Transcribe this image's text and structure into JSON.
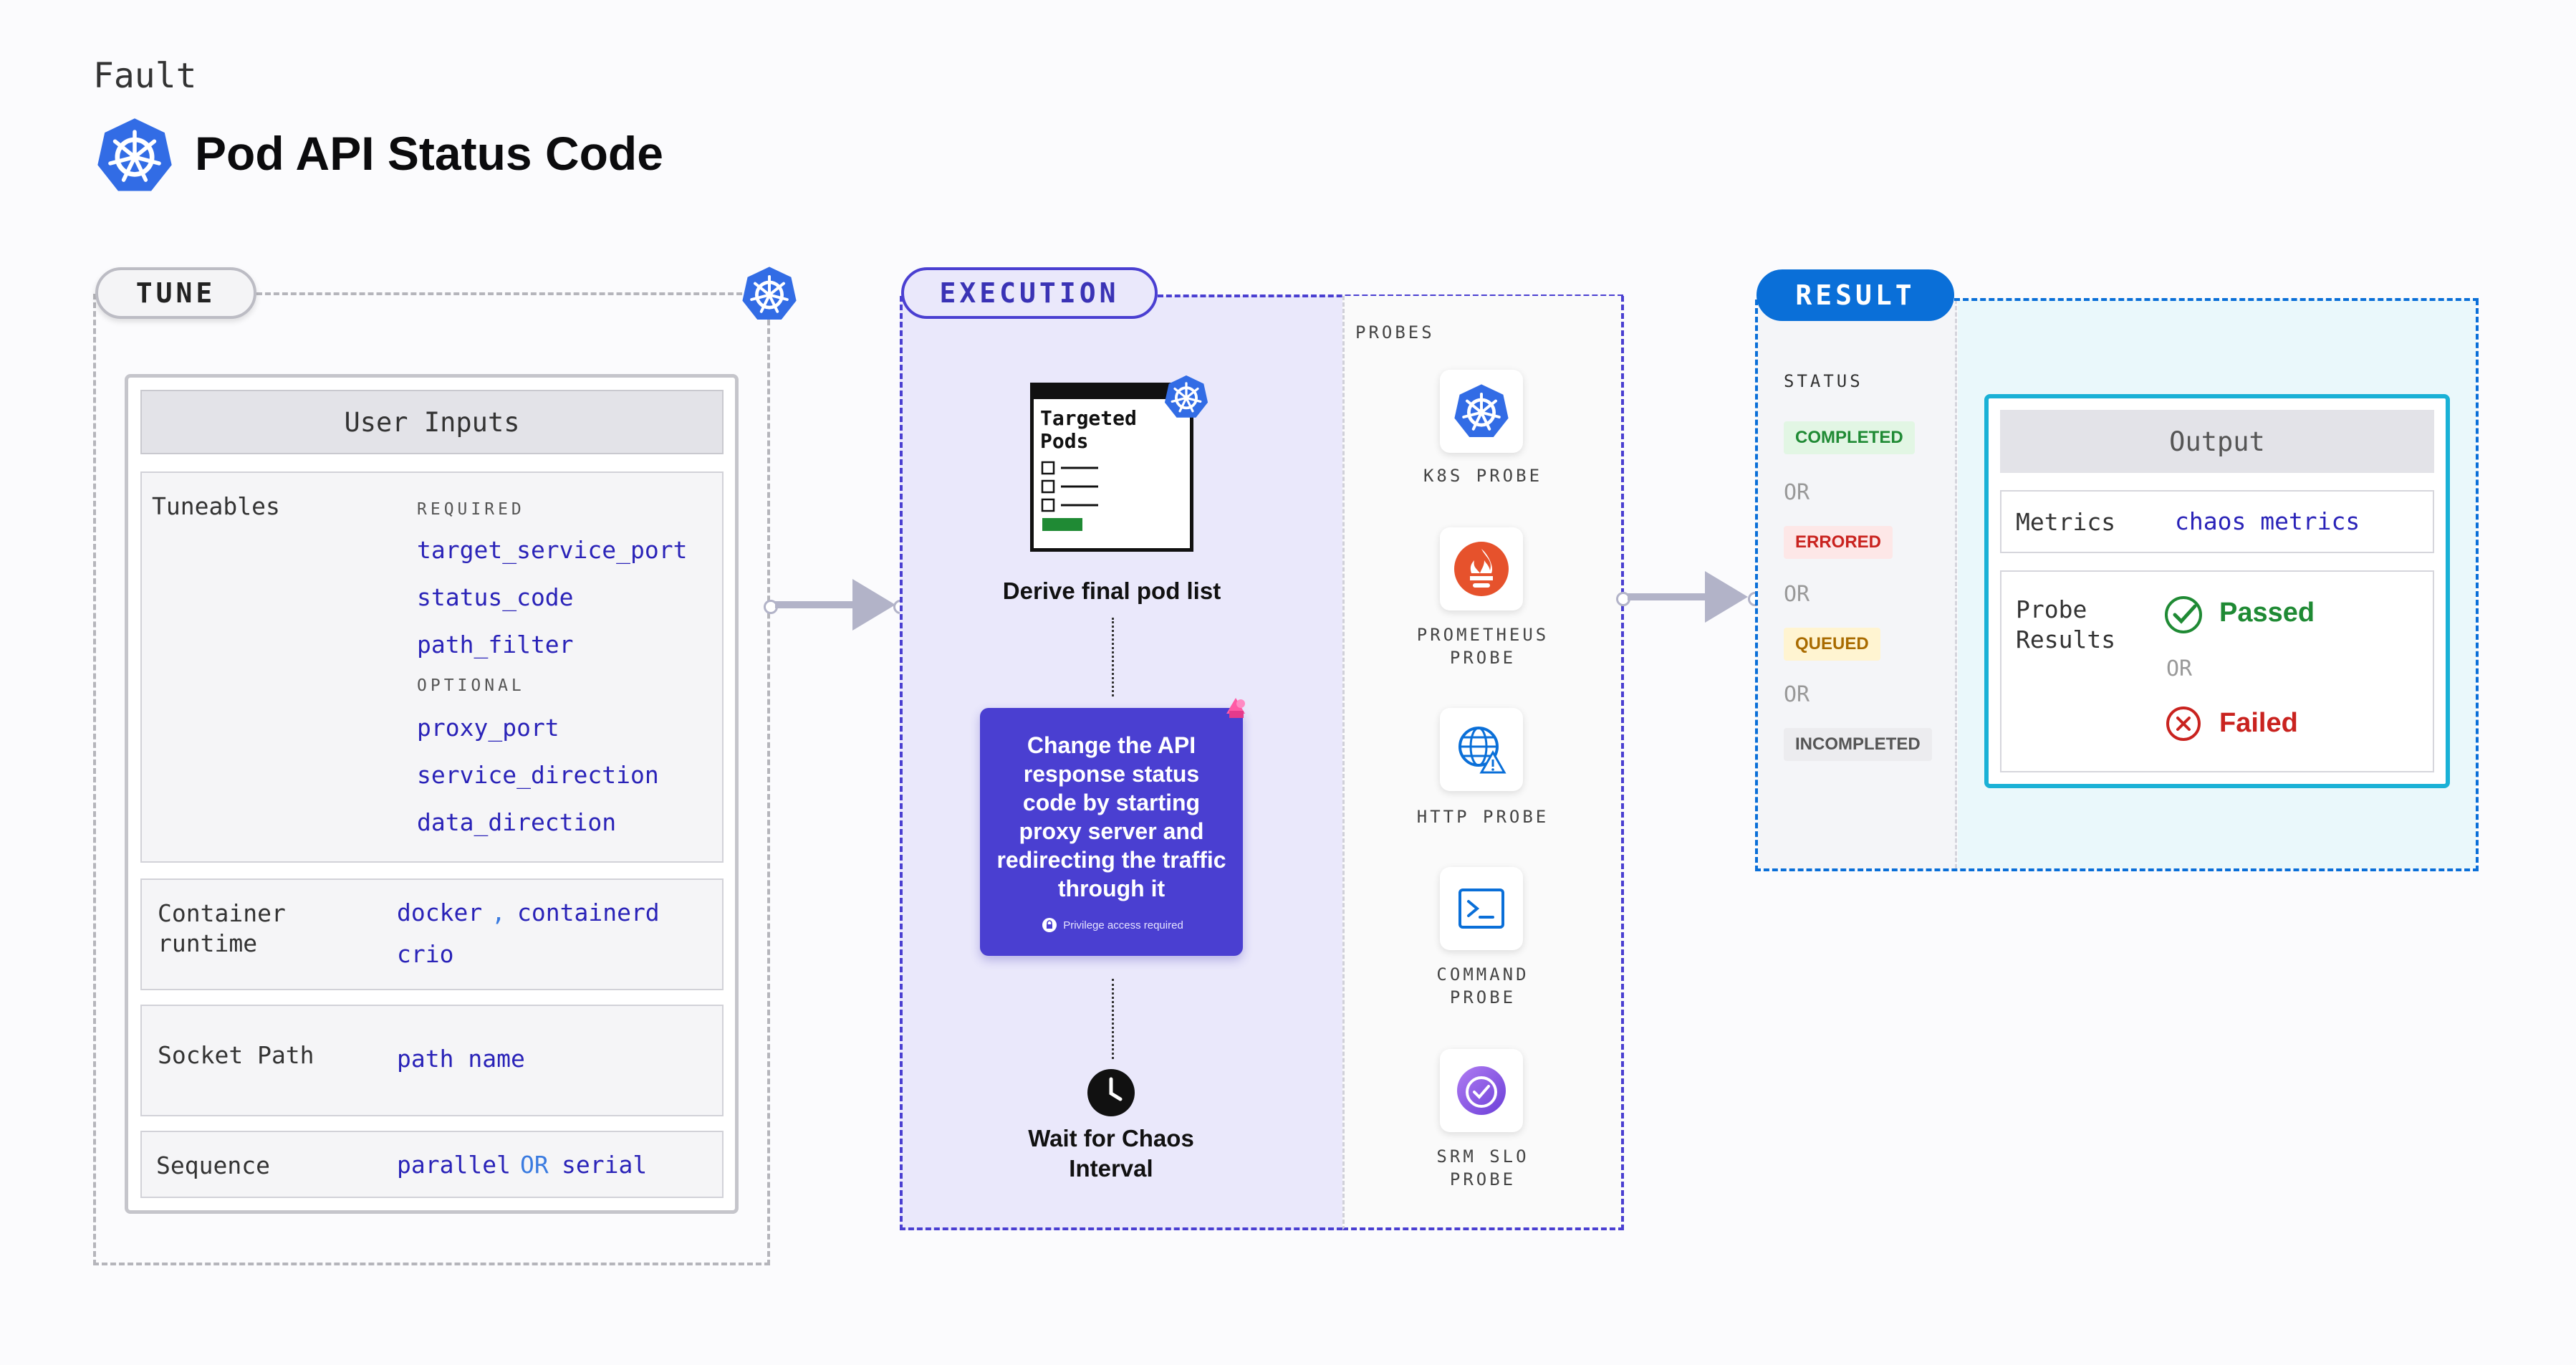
{
  "header": {
    "fault_label": "Fault",
    "title": "Pod API Status Code"
  },
  "tune": {
    "pill": "TUNE",
    "panel_title": "User Inputs",
    "tuneables_label": "Tuneables",
    "required_label": "REQUIRED",
    "required": [
      "target_service_port",
      "status_code",
      "path_filter"
    ],
    "optional_label": "OPTIONAL",
    "optional": [
      "proxy_port",
      "service_direction",
      "data_direction"
    ],
    "container_label_1": "Container",
    "container_label_2": "runtime",
    "container_values": [
      "docker",
      "containerd",
      "crio"
    ],
    "container_sep": ",",
    "socket_label": "Socket Path",
    "socket_value": "path name",
    "sequence_label": "Sequence",
    "sequence_values": [
      "parallel",
      "serial"
    ],
    "sequence_sep": "OR"
  },
  "execution": {
    "pill": "EXECUTION",
    "targeted_title_1": "Targeted",
    "targeted_title_2": "Pods",
    "derive_label": "Derive final pod list",
    "chaos_text": "Change the API response status code by starting proxy server and redirecting the traffic through it",
    "privilege": "Privilege access required",
    "wait_label_1": "Wait for Chaos",
    "wait_label_2": "Interval"
  },
  "probes": {
    "label": "PROBES",
    "items": [
      {
        "line1": "K8S PROBE",
        "line2": "",
        "icon": "kubernetes-icon"
      },
      {
        "line1": "PROMETHEUS",
        "line2": "PROBE",
        "icon": "prometheus-icon"
      },
      {
        "line1": "HTTP PROBE",
        "line2": "",
        "icon": "http-globe-icon"
      },
      {
        "line1": "COMMAND",
        "line2": "PROBE",
        "icon": "terminal-icon"
      },
      {
        "line1": "SRM SLO",
        "line2": "PROBE",
        "icon": "slo-gauge-icon"
      }
    ]
  },
  "result": {
    "pill": "RESULT",
    "status_label": "STATUS",
    "statuses": [
      "COMPLETED",
      "ERRORED",
      "QUEUED",
      "INCOMPLETED"
    ],
    "or": "OR",
    "output_title": "Output",
    "metrics_label": "Metrics",
    "metrics_value": "chaos metrics",
    "probe_results_1": "Probe",
    "probe_results_2": "Results",
    "passed": "Passed",
    "failed": "Failed"
  },
  "colors": {
    "execution_accent": "#4a3fd1",
    "result_accent": "#0a6fd8",
    "output_border": "#1ab1d6",
    "kubernetes_blue": "#326ce5",
    "passed_green": "#1f8a34",
    "failed_red": "#c9231f"
  }
}
